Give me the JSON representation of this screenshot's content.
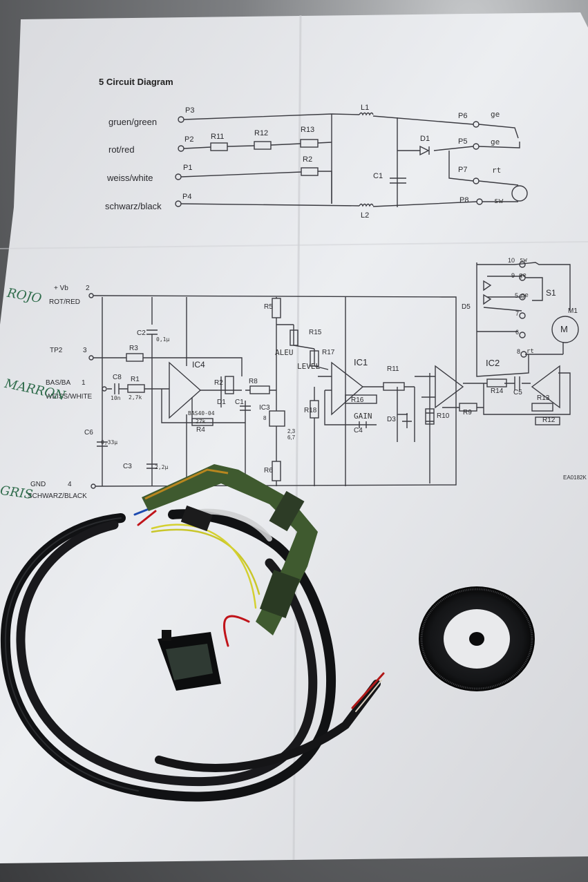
{
  "top_diagram": {
    "title": "5 Circuit Diagram",
    "wire_labels": [
      "gruen/green",
      "rot/red",
      "weiss/white",
      "schwarz/black"
    ],
    "left_pins": [
      "P3",
      "P2",
      "P1",
      "P4"
    ],
    "right_pins": [
      "P6",
      "P5",
      "P7",
      "P8"
    ],
    "right_tags": [
      "ge",
      "ge",
      "rt",
      "sw"
    ],
    "components": {
      "l1": "L1",
      "l2": "L2",
      "r11": "R11",
      "r12": "R12",
      "r13": "R13",
      "r2": "R2",
      "d1": "D1",
      "c1": "C1"
    }
  },
  "bottom_schematic": {
    "power": {
      "vb": "+ Vb",
      "pin": "2",
      "label": "ROT/RED"
    },
    "tp2": {
      "label": "TP2",
      "pin": "3"
    },
    "bas": {
      "label": "BAS/BA",
      "pin": "1",
      "sub": "WEISS/WHITE"
    },
    "gnd": {
      "label": "GND",
      "pin": "4",
      "sub": "SCHWARZ/BLACK"
    },
    "parts": {
      "c2": "C2",
      "c2v": "0,1µ",
      "r3": "R3",
      "c8": "C8",
      "c8v": "10n",
      "r1": "R1",
      "r1v": "2,7k",
      "ic4": "IC4",
      "r2": "R2",
      "d1": "D1",
      "bas": "BAS40-04",
      "r4v": "27k",
      "r4": "R4",
      "c1": "C1",
      "c6": "C6",
      "c6v": "0,33µ",
      "c3": "C3",
      "c3v": "2,2µ",
      "r8": "R8",
      "r5": "R5",
      "r15": "R15",
      "r17": "R17",
      "aleu": "ALEU",
      "level": "LEVEL",
      "ic3": "IC3",
      "ic3a": "8",
      "ic3b": "2,3",
      "ic3c": "6,7",
      "r6": "R6",
      "r18": "R18",
      "ic1": "IC1",
      "r11": "R11",
      "r16": "R16",
      "gain": "GAIN",
      "c4": "C4",
      "d3": "D3",
      "r10": "R10",
      "r9": "R9",
      "ic2": "IC2",
      "r14": "R14",
      "c5": "C5",
      "r13": "R13",
      "r12": "R12",
      "d5": "D5",
      "s1": "S1",
      "m1": "M1",
      "m": "M",
      "code": "EA0182K"
    },
    "terminals": [
      {
        "pin": "10",
        "tag": "sw"
      },
      {
        "pin": "9",
        "tag": "ge"
      },
      {
        "pin": "5",
        "tag": "ge"
      },
      {
        "pin": "7",
        "tag": ""
      },
      {
        "pin": "6",
        "tag": ""
      },
      {
        "pin": "8",
        "tag": "rt"
      }
    ],
    "handwritten": {
      "rojo": "ROJO",
      "marron": "MARRON",
      "gris": "GRIS"
    }
  },
  "objects": [
    "sensor-cable",
    "flex-pcb",
    "encoder-disc",
    "optical-sensor"
  ]
}
